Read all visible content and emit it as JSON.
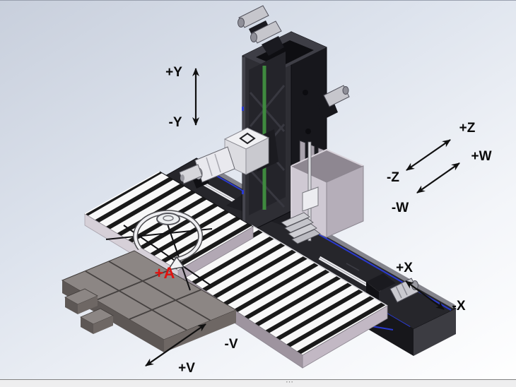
{
  "scene": {
    "axis_labels": [
      {
        "id": "plus-y",
        "text": "+Y"
      },
      {
        "id": "minus-y",
        "text": "-Y"
      },
      {
        "id": "plus-z",
        "text": "+Z"
      },
      {
        "id": "minus-z",
        "text": "-Z"
      },
      {
        "id": "plus-w",
        "text": "+W"
      },
      {
        "id": "minus-w",
        "text": "-W"
      },
      {
        "id": "plus-x",
        "text": "+X"
      },
      {
        "id": "minus-x",
        "text": "-X"
      },
      {
        "id": "plus-a",
        "text": "+A",
        "color": "#e01310"
      },
      {
        "id": "minus-v",
        "text": "-V"
      },
      {
        "id": "plus-v",
        "text": "+V"
      }
    ]
  },
  "statusbar": {
    "grip_icon": "⋯"
  },
  "colors": {
    "bg-top": "#c8cfdc",
    "bg-mid": "#dde3ed",
    "bg-low": "#f3f5f9",
    "bg-bottom": "#ffffff",
    "label-color": "#0a0a0a",
    "accent-red": "#e01310",
    "rail-blue": "#2a3ad0",
    "stripe-light": "#f8f8f8",
    "stripe-dark": "#191919",
    "statusbar-bg": "#eeeeef",
    "statusbar-border": "#828282"
  }
}
